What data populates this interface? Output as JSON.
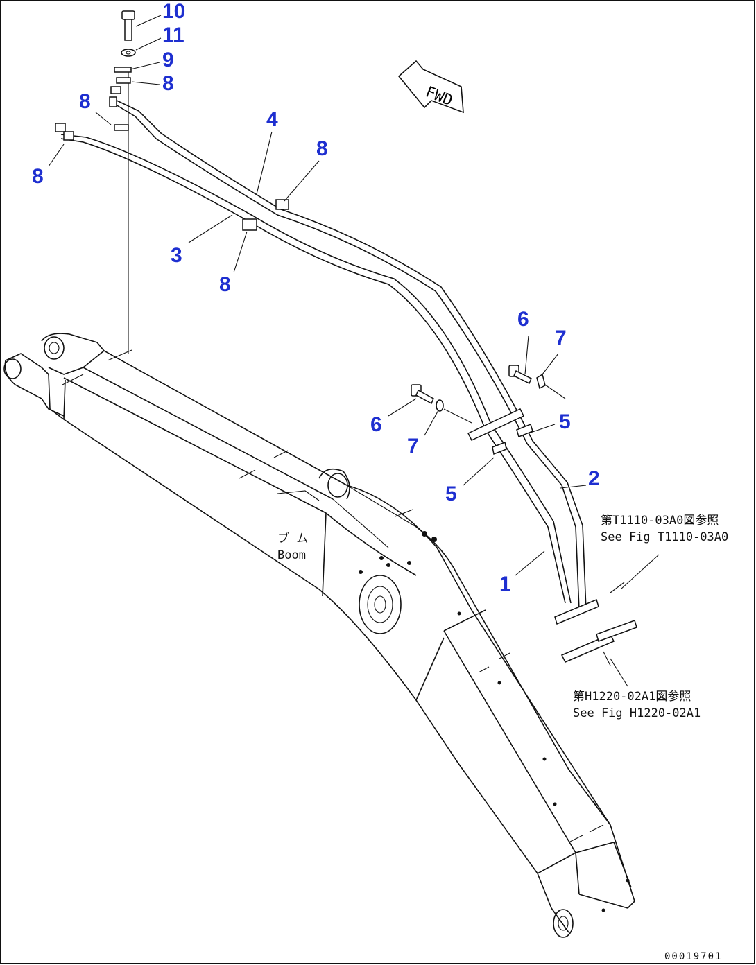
{
  "callouts": {
    "c10": "10",
    "c11": "11",
    "c9": "9",
    "c8a": "8",
    "c8b": "8",
    "c8c": "8",
    "c8d": "8",
    "c8e": "8",
    "c4": "4",
    "c3": "3",
    "c6a": "6",
    "c7a": "7",
    "c6b": "6",
    "c7b": "7",
    "c5a": "5",
    "c5b": "5",
    "c2": "2",
    "c1": "1"
  },
  "labels": {
    "fwd": "FWD",
    "boom_jp": "ブ ム",
    "boom_en": "Boom",
    "ref1_jp": "第T1110-03A0図参照",
    "ref1_en": "See Fig T1110-03A0",
    "ref2_jp": "第H1220-02A1図参照",
    "ref2_en": "See Fig H1220-02A1",
    "drawing_no": "00019701"
  },
  "colors": {
    "callout": "#1e2fd0",
    "line": "#111111",
    "background": "#ffffff"
  }
}
